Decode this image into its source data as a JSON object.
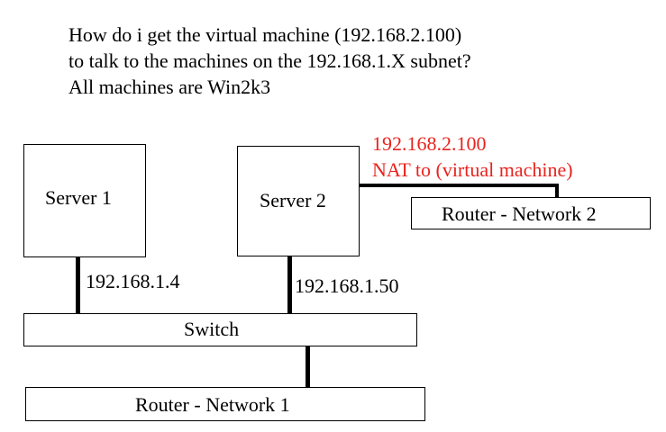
{
  "question": {
    "lines": [
      "How do i get the virtual machine (192.168.2.100)",
      "to talk to the machines on the 192.168.1.X subnet?",
      "All machines are Win2k3"
    ]
  },
  "nodes": {
    "server1": "Server 1",
    "server2": "Server 2",
    "switch": "Switch",
    "router1": "Router - Network 1",
    "router2": "Router - Network 2"
  },
  "links": {
    "server1_ip": "192.168.1.4",
    "server2_ip": "192.168.1.50",
    "vm_ip": "192.168.2.100",
    "vm_nat": "NAT to (virtual machine)"
  },
  "colors": {
    "annotation": "#e8231e",
    "line": "#000000"
  }
}
